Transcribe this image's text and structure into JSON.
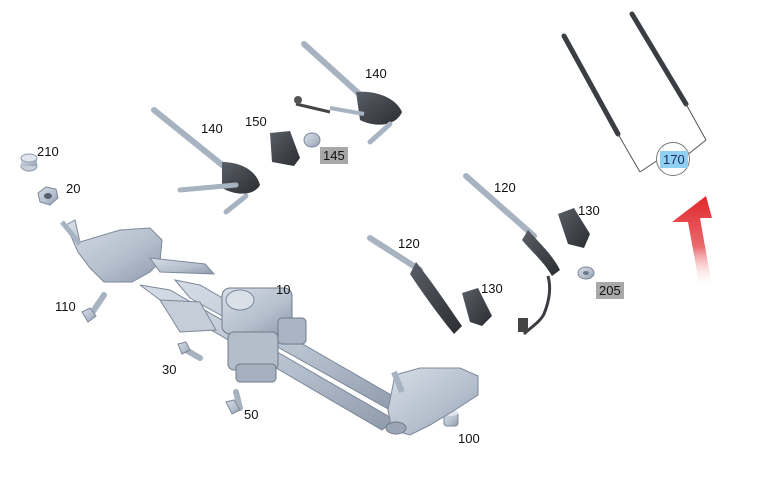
{
  "diagram": {
    "parts": [
      {
        "id": "p10",
        "label": "10"
      },
      {
        "id": "p20",
        "label": "20"
      },
      {
        "id": "p30",
        "label": "30"
      },
      {
        "id": "p50",
        "label": "50"
      },
      {
        "id": "p100",
        "label": "100"
      },
      {
        "id": "p110",
        "label": "110"
      },
      {
        "id": "p120a",
        "label": "120"
      },
      {
        "id": "p120b",
        "label": "120"
      },
      {
        "id": "p130a",
        "label": "130"
      },
      {
        "id": "p130b",
        "label": "130"
      },
      {
        "id": "p140a",
        "label": "140"
      },
      {
        "id": "p140b",
        "label": "140"
      },
      {
        "id": "p145",
        "label": "145",
        "highlight": "grey"
      },
      {
        "id": "p150",
        "label": "150"
      },
      {
        "id": "p170",
        "label": "170",
        "highlight": "blue"
      },
      {
        "id": "p205",
        "label": "205",
        "highlight": "grey"
      },
      {
        "id": "p210",
        "label": "210"
      }
    ],
    "colors": {
      "part_fill": "#b9c4d2",
      "part_dark": "#3a3d42",
      "arrow": "#e0262b",
      "grey_highlight": "#a8a8a8",
      "blue_highlight": "#8fd0f0"
    }
  }
}
